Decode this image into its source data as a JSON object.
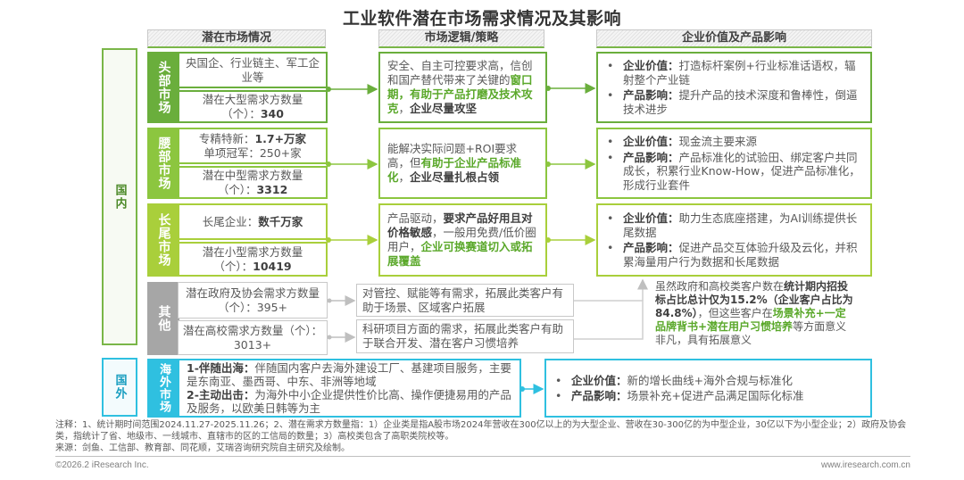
{
  "title": "工业软件潜在市场需求情况及其影响",
  "headers": {
    "col1": "潜在市场情况",
    "col2": "市场逻辑/策略",
    "col3": "企业价值及产品影响"
  },
  "regions": {
    "domestic": "国内",
    "overseas": "国外"
  },
  "colors": {
    "head_green": "#6aae3c",
    "waist_green": "#8cc63f",
    "tail_green": "#a9cf3b",
    "other_gray": "#a6a6a6",
    "overseas_blue": "#2fc0e0",
    "highlight_green": "#5aa82a"
  },
  "segments": [
    {
      "label": "头部市场",
      "market": {
        "line1": "央国企、行业链主、军工企业等",
        "count_label": "潜在大型需求方数量（个）：",
        "count_value": "340"
      },
      "logic": {
        "p1": "安全、自主可控要求高，信创和国产替代带来了关键的",
        "g1": "窗口期，有助于产品打磨及技术攻克",
        "p2": "，",
        "s1": "企业尽量攻坚"
      },
      "impact": [
        {
          "key": "企业价值：",
          "text": "打造标杆案例+行业标准话语权，辐射整个产业链"
        },
        {
          "key": "产品影响：",
          "text": "提升产品的技术深度和鲁棒性，倒逼技术进步"
        }
      ]
    },
    {
      "label": "腰部市场",
      "market": {
        "line1a": "专精特新：",
        "line1b": "1.7+万家",
        "line2": "单项冠军：250+家",
        "count_label": "潜在中型需求方数量（个）：",
        "count_value": "3312"
      },
      "logic": {
        "p1": "能解决实际问题+ROI要求高，但",
        "g1": "有助于企业产品标准化",
        "p2": "，",
        "s1": "企业尽量扎根占领"
      },
      "impact": [
        {
          "key": "企业价值：",
          "text": "现金流主要来源"
        },
        {
          "key": "产品影响：",
          "text": "产品标准化的试验田、绑定客户共同成长，积累行业Know-How，促进产品标准化，形成行业套件"
        }
      ]
    },
    {
      "label": "长尾市场",
      "market": {
        "line1a": "长尾企业：",
        "line1b": "数千万家",
        "count_label": "潜在小型需求方数量（个）：",
        "count_value": "10419"
      },
      "logic": {
        "p1": "产品驱动，",
        "s1": "要求产品好用且对价格敏感",
        "p2": "，一般用免费/低价圈用户，",
        "g1": "企业可换赛道切入或拓展覆盖"
      },
      "impact": [
        {
          "key": "企业价值：",
          "text": "助力生态底座搭建，为AI训练提供长尾数据"
        },
        {
          "key": "产品影响：",
          "text": "促进产品交互体验升级及云化，并积累海量用户行为数据和长尾数据"
        }
      ]
    }
  ],
  "other": {
    "label": "其他",
    "rows": [
      {
        "market": "潜在政府及协会需求方数量（个）：395+",
        "logic": "对管控、赋能等有需求，拓展此类客户有助于场景、区域客户拓展"
      },
      {
        "market": "潜在高校需求方数量（个）：3013+",
        "logic": "科研项目方面的需求，拓展此类客户有助于联合开发、潜在客户习惯培养"
      }
    ],
    "note": {
      "p1": "虽然政府和高校类客户数在",
      "s1": "统计期内招投标占比总计仅为15.2%（企业客户占比为84.8%）",
      "p2": "，但这些客户在",
      "g1": "场景补充+一定品牌背书+潜在用户习惯培养",
      "p3": "等方面意义非凡，具有拓展意义"
    }
  },
  "overseas": {
    "label": "海外市场",
    "items": [
      {
        "key": "1-伴随出海：",
        "text": "伴随国内客户去海外建设工厂、基建项目服务，主要是东南亚、墨西哥、中东、非洲等地域"
      },
      {
        "key": "2-主动出击：",
        "text": "为海外中小企业提供性价比高、操作便捷易用的产品及服务，以欧美日韩等为主"
      }
    ],
    "impact": [
      {
        "key": "企业价值：",
        "text": "新的增长曲线+海外合规与标准化"
      },
      {
        "key": "产品影响：",
        "text": "场景补充+促进产品满足国际化标准"
      }
    ]
  },
  "notes": {
    "line1": "注释：1、统计期时间范围2024.11.27-2025.11.26；2、潜在需求方数量指：1）企业类是指A股市场2024年营收在300亿以上的为大型企业、营收在30-300亿的为中型企业，30亿以下为小型企业；2）政府及协会类，指统计了省、地级市、一线城市、直辖市的区的工信局的数量；3）高校类包含了高职类院校等。",
    "source": "来源：剑鱼、工信部、教育部、同花顺，艾瑞咨询研究院自主研究及绘制。"
  },
  "footer": {
    "copyright": "©2026.2 iResearch Inc.",
    "website": "www.iresearch.com.cn"
  }
}
